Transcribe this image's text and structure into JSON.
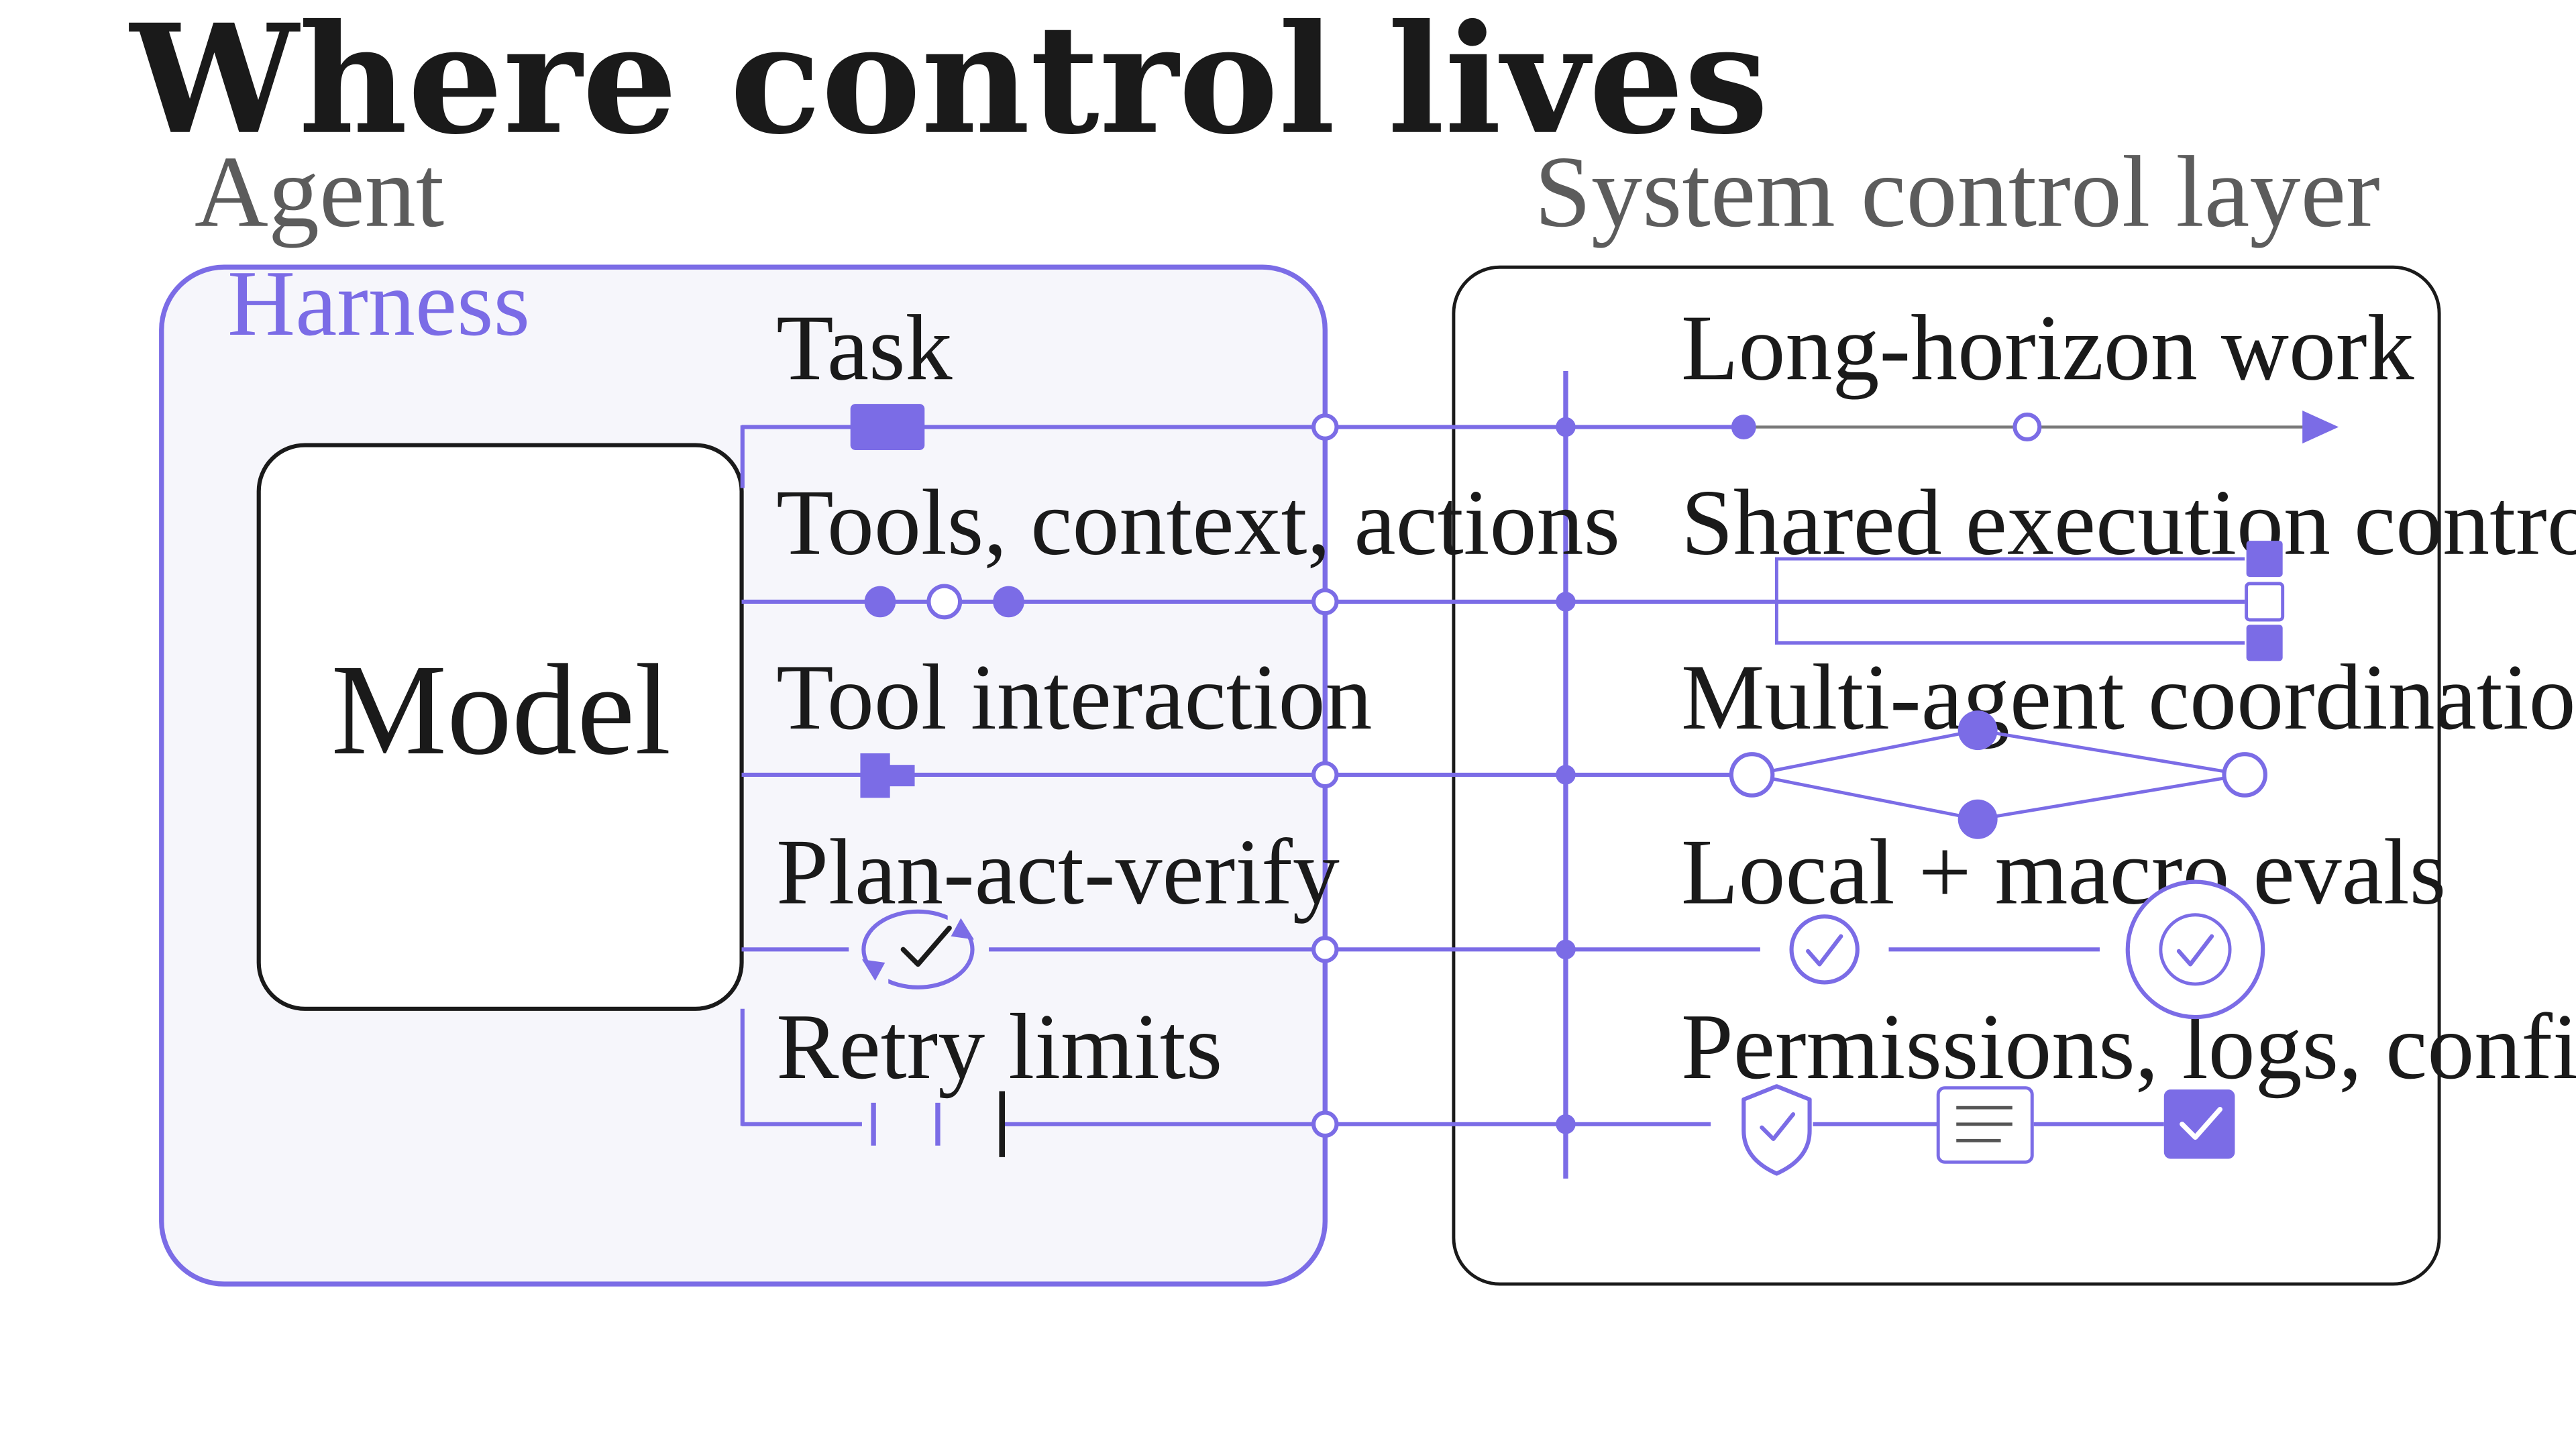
{
  "title": "Where control lives",
  "agent": {
    "label": "Agent",
    "harness_label": "Harness",
    "model_label": "Model",
    "rows": [
      {
        "label": "Task"
      },
      {
        "label": "Tools, context, actions"
      },
      {
        "label": "Tool interaction"
      },
      {
        "label": "Plan-act-verify"
      },
      {
        "label": "Retry limits"
      }
    ]
  },
  "system": {
    "label": "System control layer",
    "rows": [
      {
        "label": "Long-horizon work"
      },
      {
        "label": "Shared execution control"
      },
      {
        "label": "Multi-agent coordination"
      },
      {
        "label": "Local + macro evals"
      },
      {
        "label": "Permissions, logs, confirmation"
      }
    ]
  },
  "colors": {
    "accent": "#7b6ce6",
    "harness_fill": "#f6f6fb",
    "ink": "#1a1a1a"
  }
}
